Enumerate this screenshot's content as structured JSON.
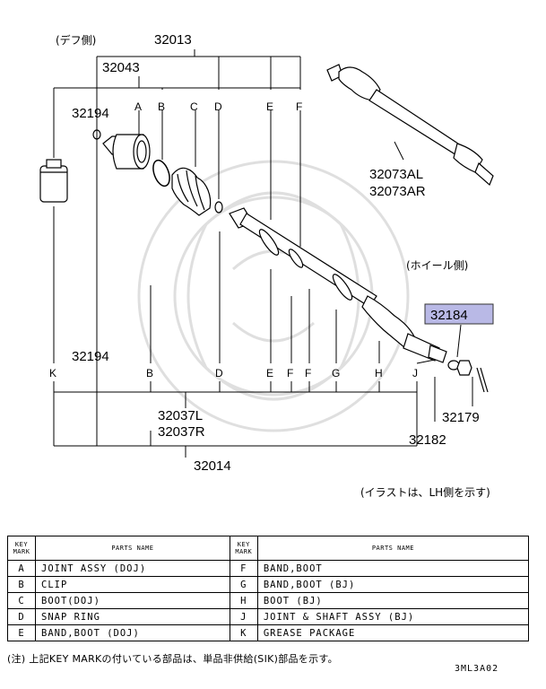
{
  "diagram": {
    "side_diff": "(デフ側)",
    "side_wheel": "(ホイール側)",
    "illustration_note": "(イラストは、LH側を示す)",
    "part_numbers": {
      "p32013": "32013",
      "p32043": "32043",
      "p32194_top": "32194",
      "p32194_bottom": "32194",
      "p32073al": "32073AL",
      "p32073ar": "32073AR",
      "p32184": "32184",
      "p32179": "32179",
      "p32182": "32182",
      "p32037l": "32037L",
      "p32037r": "32037R",
      "p32014": "32014"
    },
    "top_keys": [
      "A",
      "B",
      "C",
      "D",
      "E",
      "F"
    ],
    "bottom_keys": [
      "K",
      "B",
      "D",
      "E",
      "F",
      "F",
      "G",
      "H",
      "J"
    ],
    "highlight_color": "#b9b9e6"
  },
  "table": {
    "header_key": [
      "KEY",
      "MARK"
    ],
    "header_name": "PARTS NAME",
    "left": [
      {
        "key": "A",
        "name": "JOINT ASSY (DOJ)"
      },
      {
        "key": "B",
        "name": "CLIP"
      },
      {
        "key": "C",
        "name": "BOOT(DOJ)"
      },
      {
        "key": "D",
        "name": "SNAP RING"
      },
      {
        "key": "E",
        "name": "BAND,BOOT (DOJ)"
      }
    ],
    "right": [
      {
        "key": "F",
        "name": "BAND,BOOT"
      },
      {
        "key": "G",
        "name": "BAND,BOOT (BJ)"
      },
      {
        "key": "H",
        "name": "BOOT (BJ)"
      },
      {
        "key": "J",
        "name": "JOINT & SHAFT ASSY (BJ)"
      },
      {
        "key": "K",
        "name": "GREASE PACKAGE"
      }
    ]
  },
  "footnote": "(注) 上記KEY MARKの付いている部品は、単品非供給(SIK)部品を示す。",
  "diagram_code": "3ML3A02"
}
